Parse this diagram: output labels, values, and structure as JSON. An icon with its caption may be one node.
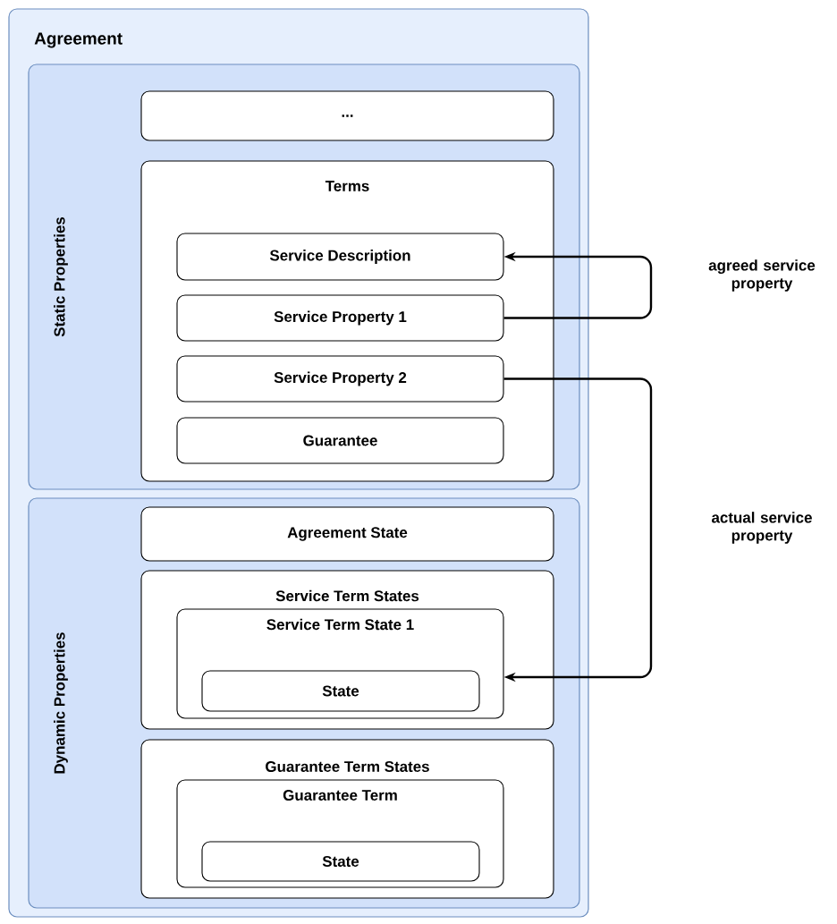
{
  "diagram": {
    "nodes": [
      {
        "text": [
          "Agreement"
        ]
      },
      {
        "text": [
          "Static Properties"
        ],
        "in": 0
      },
      {
        "text": [
          "..."
        ],
        "in": 1
      },
      {
        "text": [
          "Terms"
        ],
        "in": 1
      },
      {
        "text": [
          "Service Description"
        ],
        "in": 3
      },
      {
        "text": [
          "Service Property 1"
        ],
        "in": 3
      },
      {
        "text": [
          "Service Property 2"
        ],
        "in": 3
      },
      {
        "text": [
          "Guarantee"
        ],
        "in": 3
      },
      {
        "text": [
          "Dynamic Properties"
        ],
        "in": 0
      },
      {
        "text": [
          "Agreement State"
        ],
        "in": 8
      },
      {
        "text": [
          "Service Term States"
        ],
        "in": 8
      },
      {
        "text": [
          "Service Term State 1"
        ],
        "in": 10
      },
      {
        "text": [
          "State"
        ],
        "in": 11
      },
      {
        "text": [
          "Guarantee Term States"
        ],
        "in": 8
      },
      {
        "text": [
          "Guarantee Term"
        ],
        "in": 13
      },
      {
        "text": [
          "State"
        ],
        "in": 14
      }
    ],
    "edges": [
      {
        "from": 5,
        "to": 4,
        "arrow": "to",
        "label": "agreed service property"
      },
      {
        "from": 6,
        "to": 11,
        "arrow": "to",
        "label": "actual service property"
      }
    ]
  }
}
